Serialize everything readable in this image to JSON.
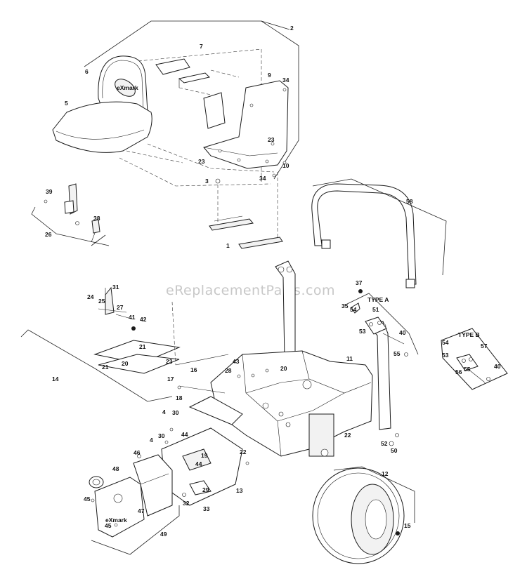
{
  "watermark": "eReplacementParts.com",
  "logo_text": "eXmark",
  "boxes": {
    "type_a": "TYPE A",
    "type_b": "TYPE B"
  },
  "callouts": {
    "c1": "1",
    "c2": "2",
    "c3": "3",
    "c4a": "4",
    "c4b": "4",
    "c5": "5",
    "c6": "6",
    "c7": "7",
    "c9": "9",
    "c10": "10",
    "c11": "11",
    "c12": "12",
    "c13": "13",
    "c14": "14",
    "c15": "15",
    "c16": "16",
    "c17": "17",
    "c18": "18",
    "c19": "19",
    "c20a": "20",
    "c20b": "20",
    "c21a": "21",
    "c21b": "21",
    "c22a": "22",
    "c22b": "22",
    "c23a": "23",
    "c23b": "23",
    "c23c": "23",
    "c24": "24",
    "c25": "25",
    "c26": "26",
    "c27": "27",
    "c28": "28",
    "c29": "29",
    "c30a": "30",
    "c30b": "30",
    "c31": "31",
    "c32": "32",
    "c33": "33",
    "c34a": "34",
    "c34b": "34",
    "c35": "35",
    "c37": "37",
    "c38": "38",
    "c39": "39",
    "c40a": "40",
    "c40b": "40",
    "c41": "41",
    "c42": "42",
    "c43": "43",
    "c44a": "44",
    "c44b": "44",
    "c45a": "45",
    "c45b": "45",
    "c46": "46",
    "c47": "47",
    "c48": "48",
    "c49": "49",
    "c50": "50",
    "c51": "51",
    "c52": "52",
    "c53a": "53",
    "c53b": "53",
    "c54a": "54",
    "c54b": "54",
    "c55a": "55",
    "c55b": "55",
    "c56": "56",
    "c57": "57",
    "c58": "58"
  }
}
